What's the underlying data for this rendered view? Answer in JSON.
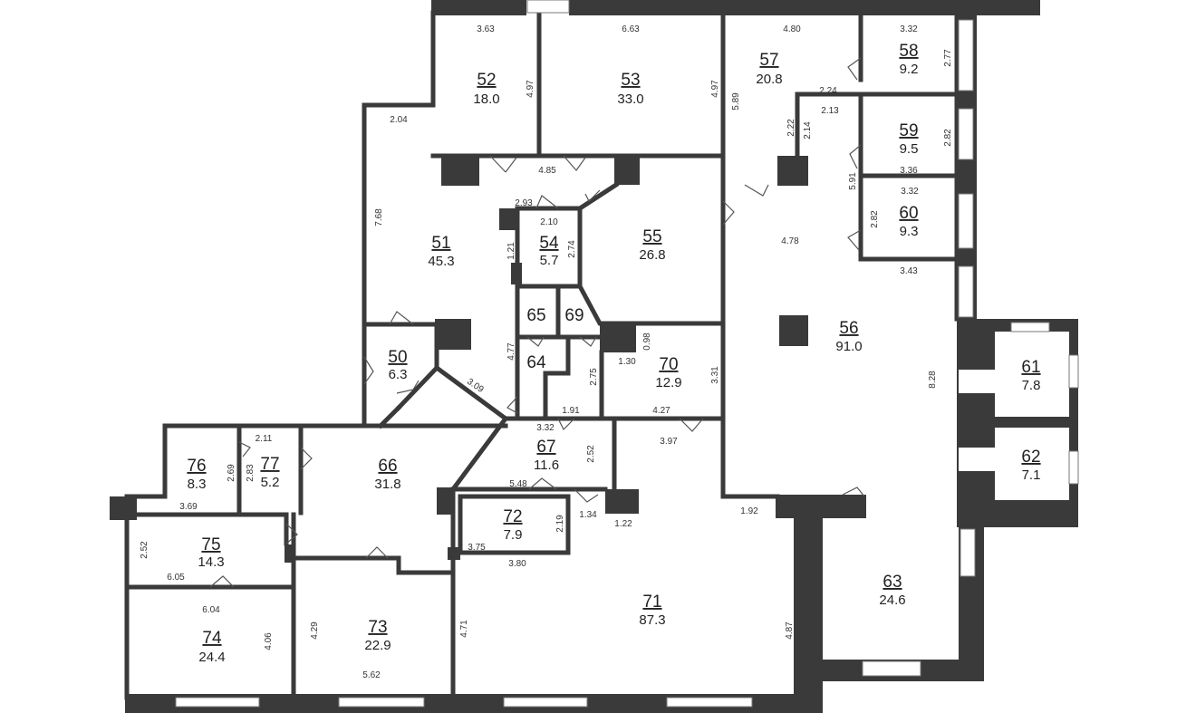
{
  "rooms": {
    "r50": {
      "num": "50",
      "area": "6.3"
    },
    "r51": {
      "num": "51",
      "area": "45.3"
    },
    "r52": {
      "num": "52",
      "area": "18.0"
    },
    "r53": {
      "num": "53",
      "area": "33.0"
    },
    "r54": {
      "num": "54",
      "area": "5.7"
    },
    "r55": {
      "num": "55",
      "area": "26.8"
    },
    "r56": {
      "num": "56",
      "area": "91.0"
    },
    "r57": {
      "num": "57",
      "area": "20.8"
    },
    "r58": {
      "num": "58",
      "area": "9.2"
    },
    "r59": {
      "num": "59",
      "area": "9.5"
    },
    "r60": {
      "num": "60",
      "area": "9.3"
    },
    "r61": {
      "num": "61",
      "area": "7.8"
    },
    "r62": {
      "num": "62",
      "area": "7.1"
    },
    "r63": {
      "num": "63",
      "area": "24.6"
    },
    "r64": {
      "num": "64"
    },
    "r65": {
      "num": "65"
    },
    "r66": {
      "num": "66",
      "area": "31.8"
    },
    "r67": {
      "num": "67",
      "area": "11.6"
    },
    "r69": {
      "num": "69"
    },
    "r70": {
      "num": "70",
      "area": "12.9"
    },
    "r71": {
      "num": "71",
      "area": "87.3"
    },
    "r72": {
      "num": "72",
      "area": "7.9"
    },
    "r73": {
      "num": "73",
      "area": "22.9"
    },
    "r74": {
      "num": "74",
      "area": "24.4"
    },
    "r75": {
      "num": "75",
      "area": "14.3"
    },
    "r76": {
      "num": "76",
      "area": "8.3"
    },
    "r77": {
      "num": "77",
      "area": "5.2"
    }
  },
  "dims": {
    "d1": "3.63",
    "d2": "6.63",
    "d3": "4.80",
    "d4": "3.32",
    "d5": "4.97",
    "d6": "4.97",
    "d7": "5.89",
    "d8": "2.77",
    "d9": "2.24",
    "d10": "2.13",
    "d11": "2.22",
    "d12": "2.14",
    "d13": "2.82",
    "d14": "2.04",
    "d15": "4.85",
    "d16": "3.36",
    "d17": "5.91",
    "d18": "3.32",
    "d19": "2.82",
    "d20": "2.93",
    "d21": "2.10",
    "d22": "7.68",
    "d23": "2.74",
    "d24": "1.21",
    "d25": "4.78",
    "d26": "3.43",
    "d27": "0.98",
    "d28": "1.30",
    "d29": "4.77",
    "d30": "2.75",
    "d31": "3.31",
    "d32": "3.09",
    "d33": "1.91",
    "d34": "4.27",
    "d35": "8.28",
    "d36": "3.32",
    "d37": "3.97",
    "d38": "2.11",
    "d39": "2.52",
    "d40": "2.69",
    "d41": "2.83",
    "d42": "5.48",
    "d43": "1.34",
    "d44": "1.22",
    "d45": "3.69",
    "d46": "2.19",
    "d47": "1.92",
    "d48": "2.52",
    "d49": "6.05",
    "d50": "3.75",
    "d51": "3.80",
    "d52": "6.04",
    "d53": "4.06",
    "d54": "4.29",
    "d55": "4.71",
    "d56": "4.87",
    "d57": "5.62"
  }
}
